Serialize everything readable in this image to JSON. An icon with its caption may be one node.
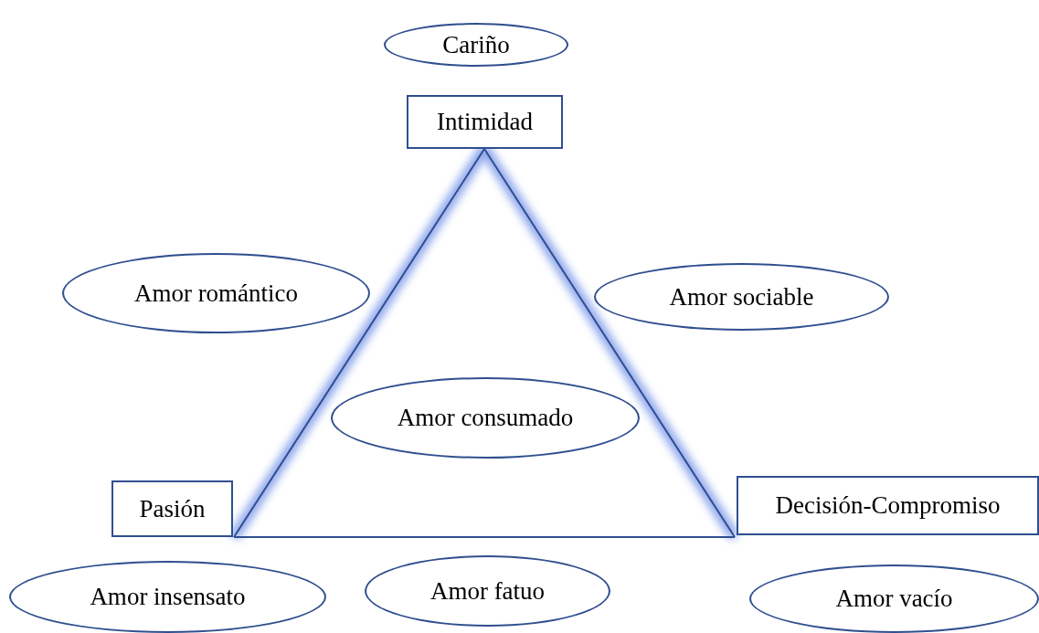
{
  "diagram": {
    "nodes": [
      {
        "text": [
          "Cariño"
        ]
      },
      {
        "text": [
          "Intimidad"
        ]
      },
      {
        "text": [
          "Amor romántico"
        ]
      },
      {
        "text": [
          "Amor sociable"
        ]
      },
      {
        "text": [
          "Amor consumado"
        ]
      },
      {
        "text": [
          "Pasión"
        ]
      },
      {
        "text": [
          "Decisión-Compromiso"
        ]
      },
      {
        "text": [
          "Amor insensato"
        ]
      },
      {
        "text": [
          "Amor fatuo"
        ]
      },
      {
        "text": [
          "Amor vacío"
        ]
      }
    ],
    "edges": [
      {
        "from": 1,
        "to": 5,
        "arrow": "none"
      },
      {
        "from": 1,
        "to": 6,
        "arrow": "none"
      },
      {
        "from": 5,
        "to": 6,
        "arrow": "none"
      }
    ]
  }
}
